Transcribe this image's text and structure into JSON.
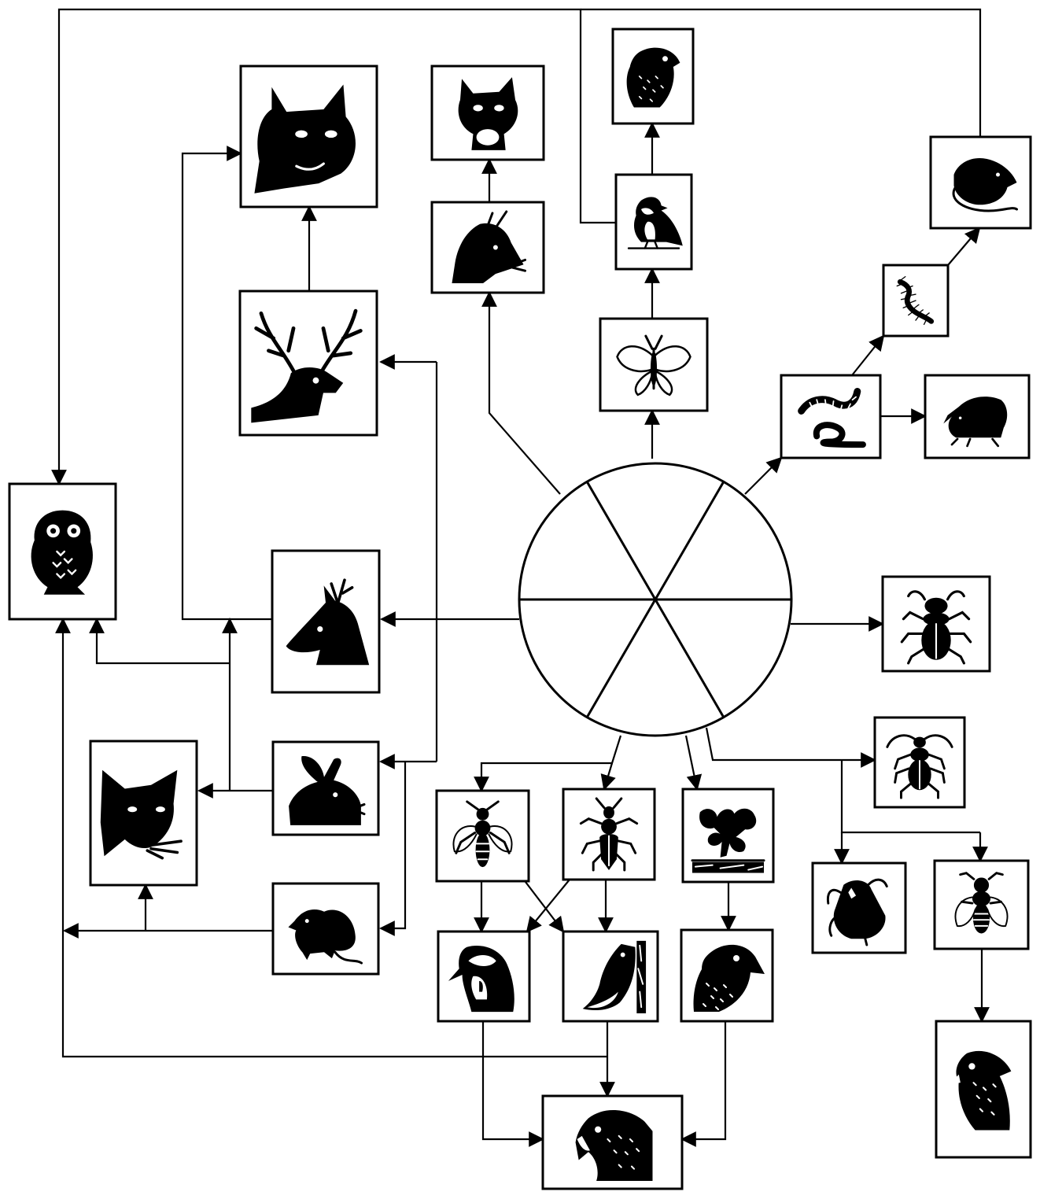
{
  "diagram": {
    "type": "food-web",
    "center": {
      "icon": "forest-producers-disc-icon",
      "segments": [
        "acorn-icon",
        "oak-leaf-icon",
        "leaf-litter-icon",
        "tree-bark-icon",
        "forest-floor-icon",
        "lily-of-the-valley-icon"
      ]
    },
    "nodes": [
      {
        "id": "owl",
        "icon": "owl-icon"
      },
      {
        "id": "wolf",
        "icon": "wolf-icon"
      },
      {
        "id": "stag",
        "icon": "stag-icon"
      },
      {
        "id": "roe-deer",
        "icon": "roe-deer-icon"
      },
      {
        "id": "fox",
        "icon": "fox-icon"
      },
      {
        "id": "hare",
        "icon": "hare-icon"
      },
      {
        "id": "vole",
        "icon": "vole-icon"
      },
      {
        "id": "marten",
        "icon": "marten-icon"
      },
      {
        "id": "squirrel",
        "icon": "squirrel-icon"
      },
      {
        "id": "hawk",
        "icon": "hawk-icon"
      },
      {
        "id": "tit",
        "icon": "tit-bird-icon"
      },
      {
        "id": "moth",
        "icon": "moth-icon"
      },
      {
        "id": "shrew",
        "icon": "shrew-icon"
      },
      {
        "id": "centipede",
        "icon": "centipede-icon"
      },
      {
        "id": "earthworm",
        "icon": "earthworm-icon"
      },
      {
        "id": "mole",
        "icon": "mole-icon"
      },
      {
        "id": "stag-beetle",
        "icon": "stag-beetle-icon"
      },
      {
        "id": "longhorn-beetle",
        "icon": "longhorn-beetle-icon"
      },
      {
        "id": "ground-beetle",
        "icon": "ground-beetle-icon"
      },
      {
        "id": "fly",
        "icon": "fly-icon"
      },
      {
        "id": "buzzard",
        "icon": "buzzard-icon"
      },
      {
        "id": "gall-wasp",
        "icon": "gall-wasp-icon"
      },
      {
        "id": "weevil",
        "icon": "weevil-icon"
      },
      {
        "id": "plant-galls",
        "icon": "plant-galls-icon"
      },
      {
        "id": "blue-tit",
        "icon": "blue-tit-icon"
      },
      {
        "id": "nuthatch",
        "icon": "nuthatch-icon"
      },
      {
        "id": "thrush",
        "icon": "thrush-icon"
      },
      {
        "id": "sparrowhawk",
        "icon": "sparrowhawk-icon"
      }
    ],
    "edges": [
      {
        "from": "center",
        "to": "squirrel"
      },
      {
        "from": "center",
        "to": "moth"
      },
      {
        "from": "center",
        "to": "earthworm"
      },
      {
        "from": "center",
        "to": "stag-beetle"
      },
      {
        "from": "center",
        "to": "roe-deer"
      },
      {
        "from": "center",
        "to": "stag"
      },
      {
        "from": "center",
        "to": "hare"
      },
      {
        "from": "center",
        "to": "vole"
      },
      {
        "from": "center",
        "to": "gall-wasp"
      },
      {
        "from": "center",
        "to": "weevil"
      },
      {
        "from": "center",
        "to": "plant-galls"
      },
      {
        "from": "center",
        "to": "longhorn-beetle"
      },
      {
        "from": "center",
        "to": "ground-beetle"
      },
      {
        "from": "center",
        "to": "fly"
      },
      {
        "from": "squirrel",
        "to": "marten"
      },
      {
        "from": "moth",
        "to": "tit"
      },
      {
        "from": "tit",
        "to": "hawk"
      },
      {
        "from": "tit",
        "to": "owl"
      },
      {
        "from": "stag",
        "to": "wolf"
      },
      {
        "from": "roe-deer",
        "to": "wolf"
      },
      {
        "from": "hare",
        "to": "fox"
      },
      {
        "from": "hare",
        "to": "owl"
      },
      {
        "from": "vole",
        "to": "fox"
      },
      {
        "from": "vole",
        "to": "owl"
      },
      {
        "from": "earthworm",
        "to": "centipede"
      },
      {
        "from": "earthworm",
        "to": "mole"
      },
      {
        "from": "centipede",
        "to": "shrew"
      },
      {
        "from": "shrew",
        "to": "owl"
      },
      {
        "from": "fly",
        "to": "buzzard"
      },
      {
        "from": "gall-wasp",
        "to": "blue-tit"
      },
      {
        "from": "gall-wasp",
        "to": "nuthatch"
      },
      {
        "from": "weevil",
        "to": "blue-tit"
      },
      {
        "from": "weevil",
        "to": "nuthatch"
      },
      {
        "from": "plant-galls",
        "to": "thrush"
      },
      {
        "from": "blue-tit",
        "to": "sparrowhawk"
      },
      {
        "from": "nuthatch",
        "to": "sparrowhawk"
      },
      {
        "from": "thrush",
        "to": "sparrowhawk"
      },
      {
        "from": "nuthatch",
        "to": "owl"
      }
    ]
  }
}
